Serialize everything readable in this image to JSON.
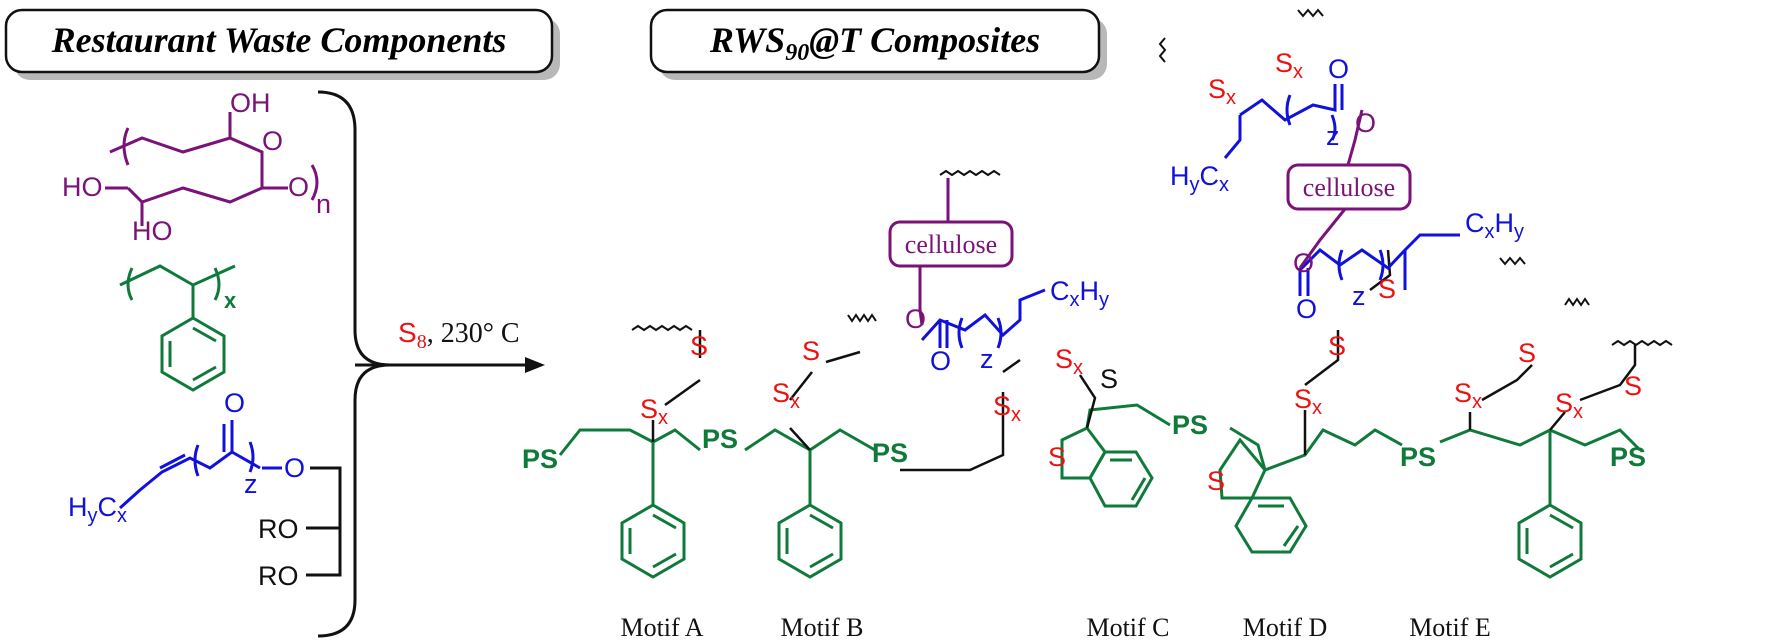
{
  "headers": {
    "left_title": "Restaurant Waste Components",
    "right_title_main": "RWS",
    "right_title_sub": "90",
    "right_title_rest": "@T Composites"
  },
  "reaction": {
    "reagent": "S",
    "reagent_sub": "8",
    "conditions": ", 230° C"
  },
  "components": {
    "cellulose": {
      "oh_top": "OH",
      "o_ring": "O",
      "ho_left": "HO",
      "o_link": "O",
      "n_label": "n",
      "ho_bottom": "HO"
    },
    "polystyrene": {
      "x_label": "x"
    },
    "triglyceride": {
      "o_carbonyl": "O",
      "o_ester": "O",
      "z_label": "z",
      "hy": "H",
      "hy_sub": "y",
      "cx": "C",
      "cx_sub": "x",
      "ro1": "RO",
      "ro2": "RO"
    }
  },
  "labels": {
    "ps": "PS",
    "s": "S",
    "sx": "S",
    "sx_sub": "x",
    "cellulose": "cellulose",
    "z": "z",
    "o": "O",
    "cxhy": "C",
    "cxhy_x": "x",
    "cxhy_h": "H",
    "cxhy_y": "y",
    "hycx_h": "H",
    "hycx_y": "y",
    "hycx_c": "C",
    "hycx_x": "x"
  },
  "motifs": [
    "Motif A",
    "Motif B",
    "Motif C",
    "Motif D",
    "Motif E"
  ],
  "colors": {
    "green": "#0f7a3a",
    "red": "#ee1111",
    "blue": "#1111dd",
    "purple": "#7a127a",
    "black": "#111111"
  }
}
